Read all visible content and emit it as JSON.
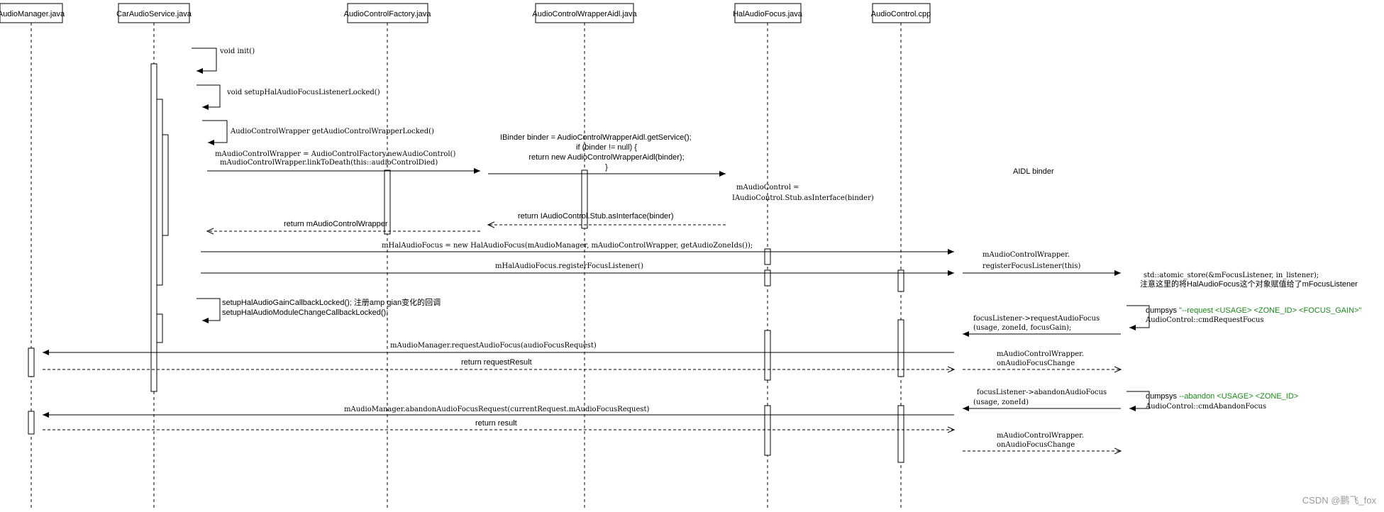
{
  "participants": [
    {
      "id": "am",
      "name": "AudioManager.java"
    },
    {
      "id": "cas",
      "name": "CarAudioService.java"
    },
    {
      "id": "acf",
      "name": "AudioControlFactory.java"
    },
    {
      "id": "acw",
      "name": "AudioControlWrapperAidl.java"
    },
    {
      "id": "haf",
      "name": "HalAudioFocus.java"
    },
    {
      "id": "acc",
      "name": "AudioControl.cpp"
    }
  ],
  "labels": {
    "init": "void init()",
    "setup_hal": "void setupHalAudioFocusListenerLocked()",
    "get_wrapper": "AudioControlWrapper getAudioControlWrapperLocked()",
    "new_control_1": "mAudioControlWrapper = AudioControlFactory.newAudioControl()",
    "new_control_2": "mAudioControlWrapper.linkToDeath(this::audioControlDied)",
    "binder_1": "IBinder binder = AudioControlWrapperAidl.getService();",
    "binder_2": "if (binder != null) {",
    "binder_3": "return new AudioControlWrapperAidl(binder);",
    "binder_4": "}",
    "aidl_binder": "AIDL binder",
    "maudiocontrol_1": "mAudioControl =",
    "maudiocontrol_2": "IAudioControl.Stub.asInterface(binder)",
    "return_stub": "return  IAudioControl.Stub.asInterface(binder)",
    "return_wrapper": "return mAudioControlWrapper",
    "new_hal_focus": "mHalAudioFocus = new HalAudioFocus(mAudioManager, mAudioControlWrapper, getAudioZoneIds());",
    "register_listener": "mHalAudioFocus.registerFocusListener()",
    "wrapper_register_1": "mAudioControlWrapper.",
    "wrapper_register_2": "registerFocusListener(this)",
    "atomic_store": "std::atomic_store(&mFocusListener, in_listener);",
    "atomic_note": "注意这里的将HalAudioFocus这个对象赋值给了mFocusListener",
    "gain_cb": "setupHalAudioGainCallbackLocked(); 注册amp gian变化的回调",
    "module_cb": "setupHalAudioModuleChangeCallbackLocked();",
    "dumpsys_req_prefix": "dumpsys ",
    "dumpsys_req_args": "\"--request <USAGE> <ZONE_ID> <FOCUS_GAIN>\"",
    "cmd_request": "AudioControl::cmdRequestFocus",
    "focus_req_1": "focusListener->requestAudioFocus",
    "focus_req_2": "(usage, zoneId, focusGain);",
    "am_request": "mAudioManager.requestAudioFocus(audioFocusRequest)",
    "return_request": "return requestResult",
    "on_change_1a": "mAudioControlWrapper.",
    "on_change_1b": "onAudioFocusChange",
    "focus_abandon_1": "focusListener->abandonAudioFocus",
    "focus_abandon_2": "(usage, zoneId)",
    "dumpsys_ab_prefix": "dumpsys ",
    "dumpsys_ab_args": "--abandon <USAGE> <ZONE_ID>",
    "cmd_abandon": "AudioControl::cmdAbandonFocus",
    "am_abandon": "mAudioManager.abandonAudioFocusRequest(currentRequest.mAudioFocusRequest)",
    "return_result": "return result",
    "on_change_2a": "mAudioControlWrapper.",
    "on_change_2b": "onAudioFocusChange",
    "watermark": "CSDN @鹏飞_fox"
  },
  "colors": {
    "line": "#000000",
    "dumpsys_green": "#1a8a1a",
    "watermark": "#9a9a9a"
  }
}
